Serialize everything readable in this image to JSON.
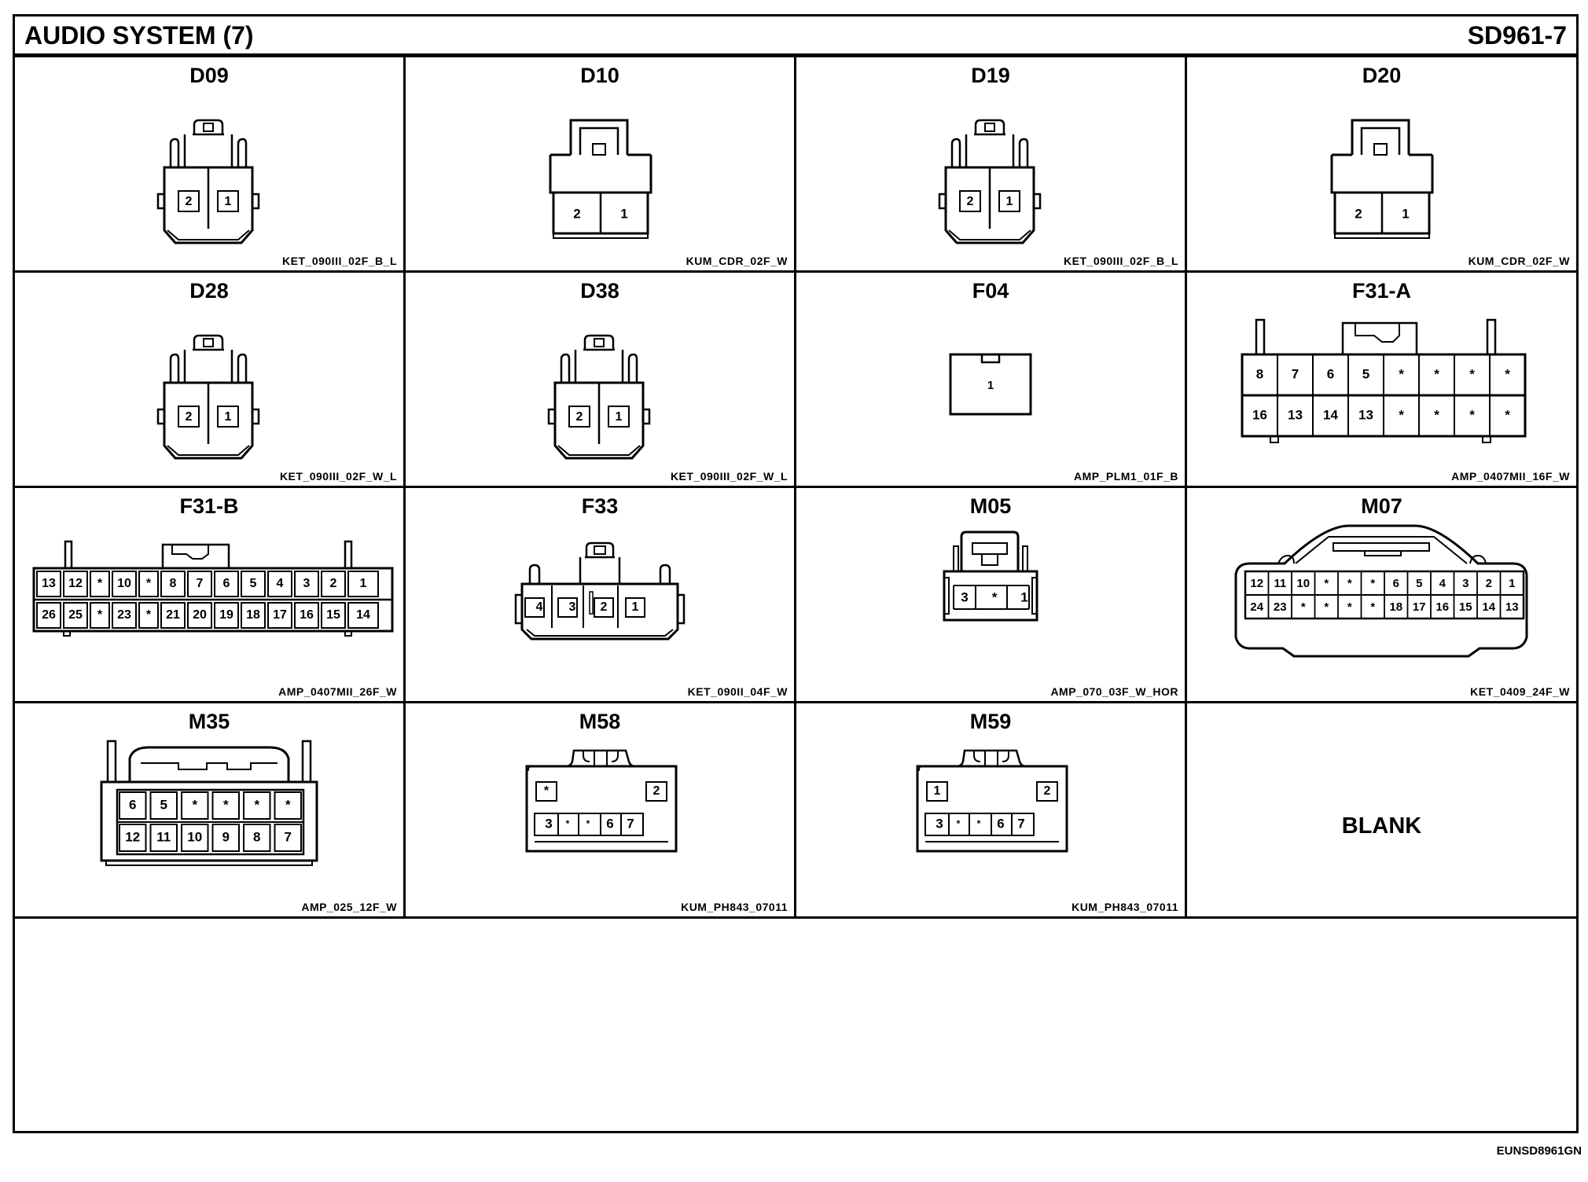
{
  "header": {
    "title": "AUDIO SYSTEM (7)",
    "code": "SD961-7"
  },
  "footer": {
    "code": "EUNSD8961GN"
  },
  "connectors": [
    {
      "id": "D09",
      "type": "KET_090III_02F_B_L",
      "style": "ket2",
      "rows": [
        [
          "2",
          "1"
        ]
      ]
    },
    {
      "id": "D10",
      "type": "KUM_CDR_02F_W",
      "style": "kum2",
      "rows": [
        [
          "2",
          "1"
        ]
      ]
    },
    {
      "id": "D19",
      "type": "KET_090III_02F_B_L",
      "style": "ket2",
      "rows": [
        [
          "2",
          "1"
        ]
      ]
    },
    {
      "id": "D20",
      "type": "KUM_CDR_02F_W",
      "style": "kum2",
      "rows": [
        [
          "2",
          "1"
        ]
      ]
    },
    {
      "id": "D28",
      "type": "KET_090III_02F_W_L",
      "style": "ket2",
      "rows": [
        [
          "2",
          "1"
        ]
      ]
    },
    {
      "id": "D38",
      "type": "KET_090III_02F_W_L",
      "style": "ket2",
      "rows": [
        [
          "2",
          "1"
        ]
      ]
    },
    {
      "id": "F04",
      "type": "AMP_PLM1_01F_B",
      "style": "single",
      "rows": [
        [
          "1"
        ]
      ]
    },
    {
      "id": "F31-A",
      "type": "AMP_0407MII_16F_W",
      "style": "amp16",
      "rows": [
        [
          "8",
          "7",
          "6",
          "5",
          "*",
          "*",
          "*",
          "*"
        ],
        [
          "16",
          "13",
          "14",
          "13",
          "*",
          "*",
          "*",
          "*"
        ]
      ]
    },
    {
      "id": "F31-B",
      "type": "AMP_0407MII_26F_W",
      "style": "amp26",
      "rows": [
        [
          "13",
          "12",
          "*",
          "10",
          "*",
          "8",
          "7",
          "6",
          "5",
          "4",
          "3",
          "2",
          "1"
        ],
        [
          "26",
          "25",
          "*",
          "23",
          "*",
          "21",
          "20",
          "19",
          "18",
          "17",
          "16",
          "15",
          "14"
        ]
      ]
    },
    {
      "id": "F33",
      "type": "KET_090II_04F_W",
      "style": "ket4",
      "rows": [
        [
          "4",
          "3",
          "2",
          "1"
        ]
      ]
    },
    {
      "id": "M05",
      "type": "AMP_070_03F_W_HOR",
      "style": "amp3",
      "rows": [
        [
          "3",
          "*",
          "1"
        ]
      ]
    },
    {
      "id": "M07",
      "type": "KET_0409_24F_W",
      "style": "ket24",
      "rows": [
        [
          "12",
          "11",
          "10",
          "*",
          "*",
          "*",
          "6",
          "5",
          "4",
          "3",
          "2",
          "1"
        ],
        [
          "24",
          "23",
          "*",
          "*",
          "*",
          "*",
          "18",
          "17",
          "16",
          "15",
          "14",
          "13"
        ]
      ]
    },
    {
      "id": "M35",
      "type": "AMP_025_12F_W",
      "style": "amp12",
      "rows": [
        [
          "6",
          "5",
          "*",
          "*",
          "*",
          "*"
        ],
        [
          "12",
          "11",
          "10",
          "9",
          "8",
          "7"
        ]
      ]
    },
    {
      "id": "M58",
      "type": "KUM_PH843_07011",
      "style": "ph7",
      "rows": [
        [
          "*",
          "2"
        ],
        [
          "3",
          "*",
          "*",
          "6",
          "7"
        ]
      ]
    },
    {
      "id": "M59",
      "type": "KUM_PH843_07011",
      "style": "ph7",
      "rows": [
        [
          "1",
          "2"
        ],
        [
          "3",
          "*",
          "*",
          "6",
          "7"
        ]
      ]
    },
    {
      "id": "",
      "type": "",
      "style": "blank",
      "label": "BLANK",
      "rows": []
    }
  ]
}
